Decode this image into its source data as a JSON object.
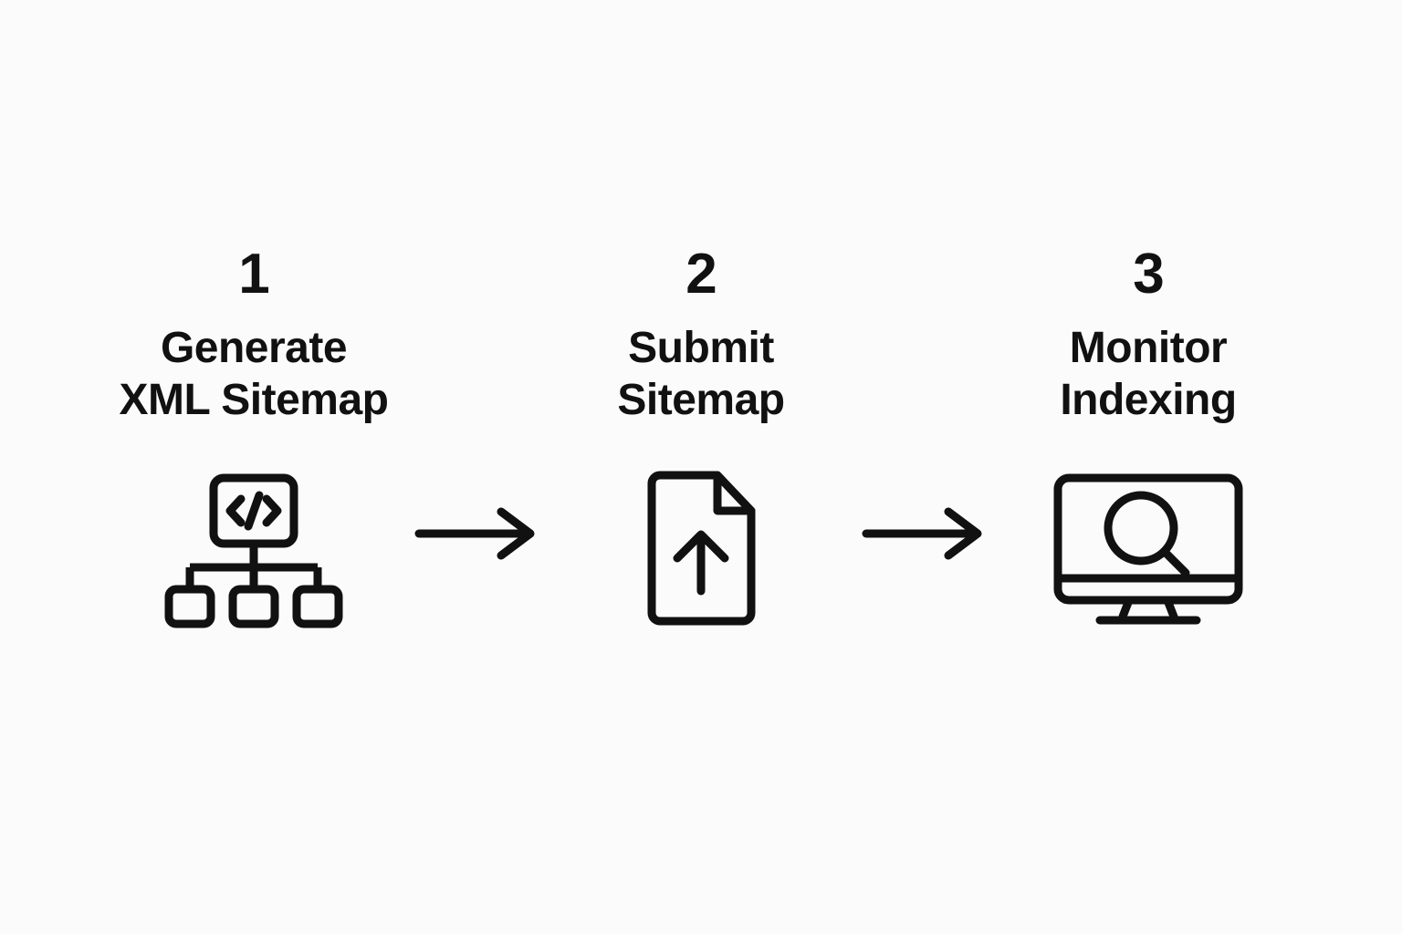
{
  "diagram": {
    "type": "process-flow",
    "orientation": "horizontal",
    "background_color": "#fbfbfb",
    "stroke_color": "#111111",
    "steps": [
      {
        "number": "1",
        "label": "Generate\nXML Sitemap",
        "icon": "sitemap-code-icon"
      },
      {
        "number": "2",
        "label": "Submit\nSitemap",
        "icon": "file-upload-icon"
      },
      {
        "number": "3",
        "label": "Monitor\nIndexing",
        "icon": "monitor-search-icon"
      }
    ],
    "connectors": [
      {
        "icon": "arrow-right-icon"
      },
      {
        "icon": "arrow-right-icon"
      }
    ]
  }
}
